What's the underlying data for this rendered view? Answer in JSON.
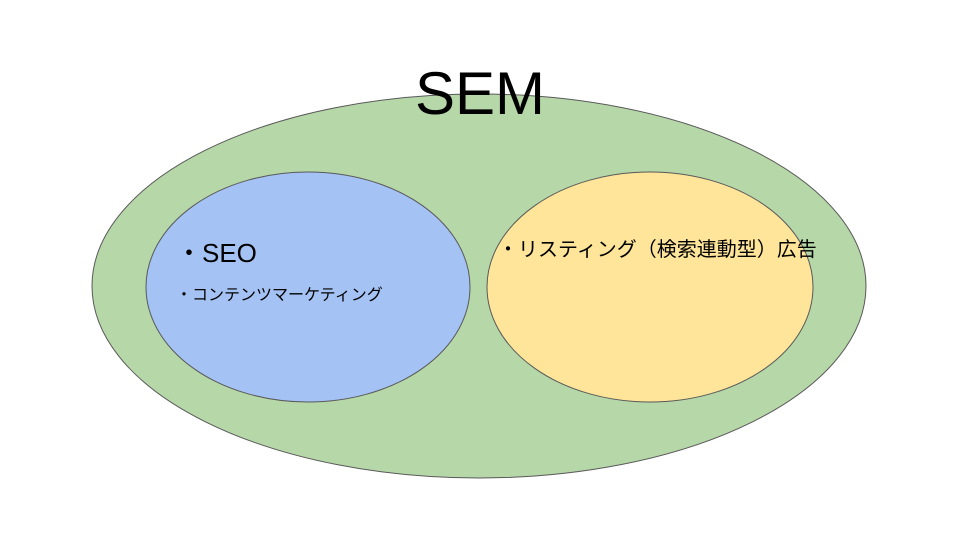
{
  "title": "SEM",
  "sets": {
    "outer": {
      "label": "SEM",
      "fill": "#b6d7a8",
      "stroke": "#595959"
    },
    "left": {
      "fill": "#a4c2f4",
      "stroke": "#595959",
      "items": [
        "・SEO",
        "・コンテンツマーケティング"
      ]
    },
    "right": {
      "fill": "#ffe599",
      "stroke": "#595959",
      "items": [
        "・リスティング（検索連動型）広告"
      ]
    }
  }
}
